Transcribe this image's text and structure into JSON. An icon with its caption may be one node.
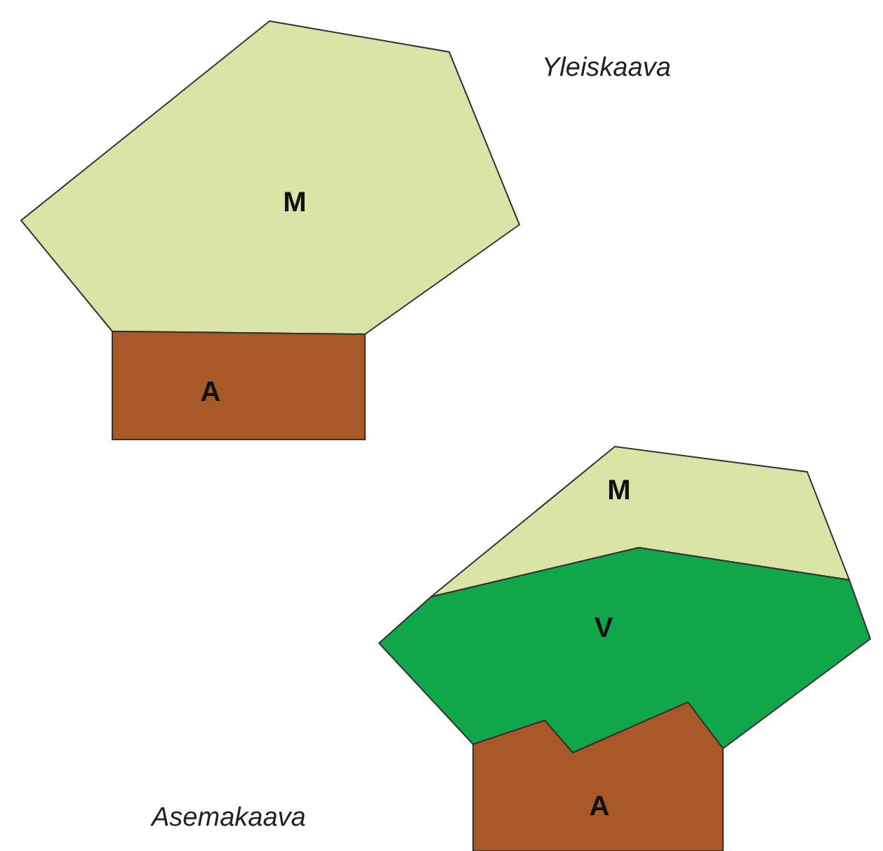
{
  "diagram": {
    "nodes": [
      {
        "text": [
          "M"
        ]
      },
      {
        "text": [
          "A"
        ]
      },
      {
        "text": [
          "M"
        ]
      },
      {
        "text": [
          "V"
        ]
      },
      {
        "text": [
          "A"
        ]
      }
    ],
    "labels": [
      "Yleiskaava",
      "Asemakaava"
    ]
  }
}
